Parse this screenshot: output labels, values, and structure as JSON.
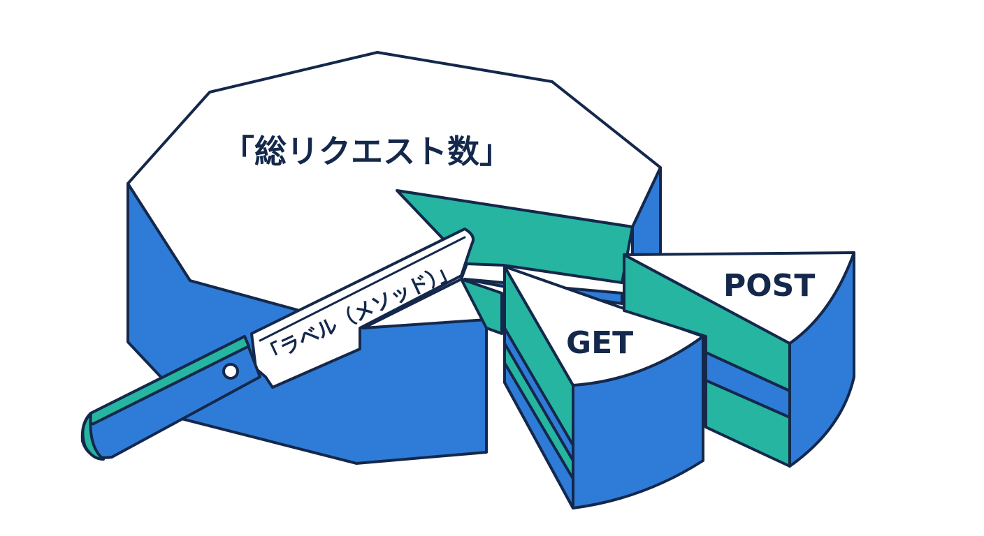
{
  "cake": {
    "label": "「総リクエスト数」"
  },
  "knife": {
    "blade_label": "「ラベル（メソッド）」"
  },
  "slices": [
    {
      "label": "GET"
    },
    {
      "label": "POST"
    }
  ],
  "colors": {
    "outline": "#14284b",
    "blue": "#2f7bd8",
    "teal": "#26b5a0",
    "top": "#ffffff",
    "background": "#ffffff"
  }
}
